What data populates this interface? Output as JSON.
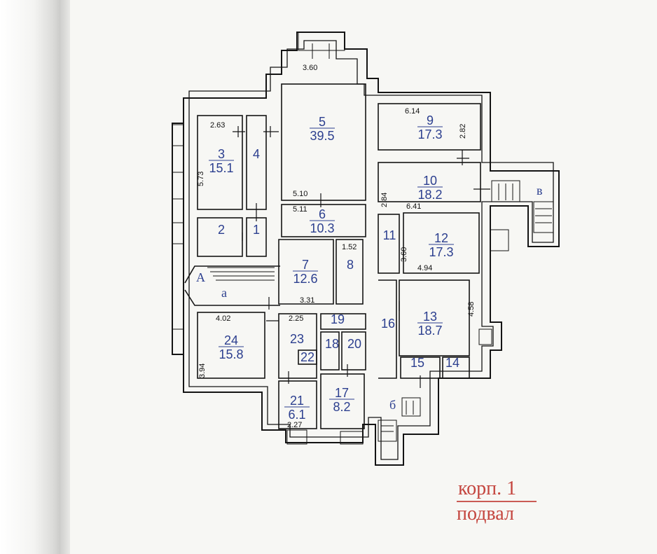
{
  "rooms": [
    {
      "num": "1",
      "area": ""
    },
    {
      "num": "2",
      "area": ""
    },
    {
      "num": "3",
      "area": "15.1"
    },
    {
      "num": "4",
      "area": ""
    },
    {
      "num": "5",
      "area": "39.5"
    },
    {
      "num": "6",
      "area": "10.3"
    },
    {
      "num": "7",
      "area": "12.6"
    },
    {
      "num": "8",
      "area": ""
    },
    {
      "num": "9",
      "area": "17.3"
    },
    {
      "num": "10",
      "area": "18.2"
    },
    {
      "num": "11",
      "area": ""
    },
    {
      "num": "12",
      "area": "17.3"
    },
    {
      "num": "13",
      "area": "18.7"
    },
    {
      "num": "14",
      "area": ""
    },
    {
      "num": "15",
      "area": ""
    },
    {
      "num": "16",
      "area": ""
    },
    {
      "num": "17",
      "area": "8.2"
    },
    {
      "num": "18",
      "area": ""
    },
    {
      "num": "19",
      "area": ""
    },
    {
      "num": "20",
      "area": ""
    },
    {
      "num": "21",
      "area": "6.1"
    },
    {
      "num": "22",
      "area": ""
    },
    {
      "num": "23",
      "area": ""
    },
    {
      "num": "24",
      "area": "15.8"
    }
  ],
  "dimensions": [
    "3.60",
    "2.63",
    "5.73",
    "6.14",
    "2.82",
    "5.10",
    "5.11",
    "2.84",
    "6.41",
    "3.60",
    "1.52",
    "4.94",
    "4.58",
    "3.31",
    "4.02",
    "2.25",
    "3.94",
    "2.27"
  ],
  "stair_letters": [
    "А",
    "а",
    "в",
    "б"
  ],
  "caption": {
    "line1": "корп. 1",
    "line2": "подвал"
  },
  "colors": {
    "wall": "#141414",
    "label": "#2c3f8f",
    "caption": "#c4453e",
    "paper": "#f7f7f4"
  }
}
